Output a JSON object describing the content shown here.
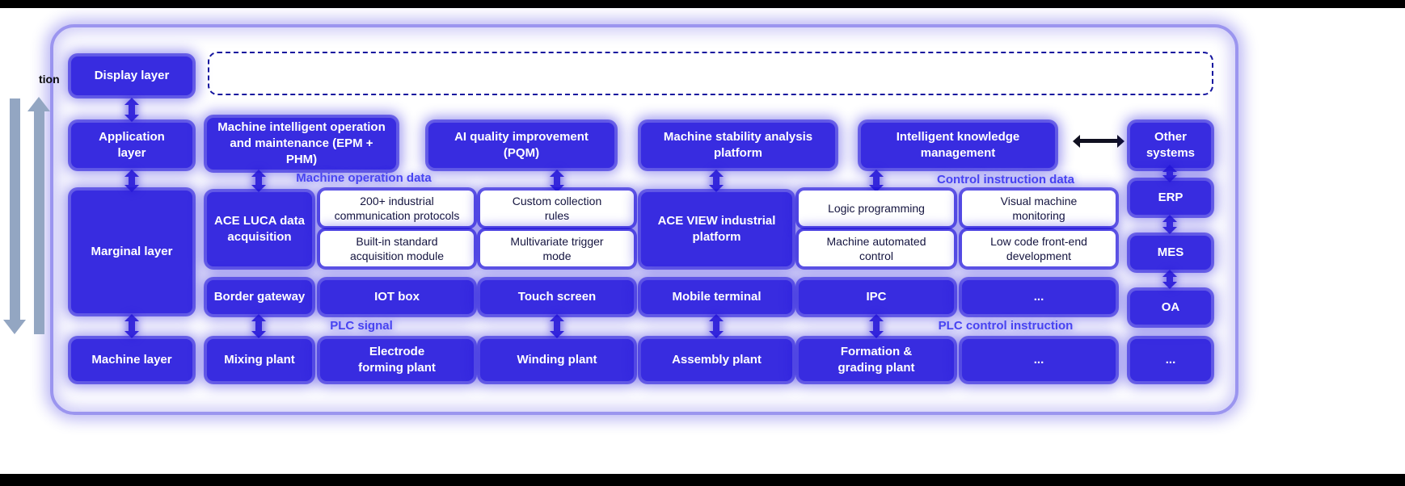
{
  "diagram": {
    "partial_text": "tion",
    "layers": {
      "display": "Display layer",
      "application": "Application layer",
      "marginal": "Marginal layer",
      "machine": "Machine layer"
    },
    "application_row": {
      "items": [
        "Machine intelligent operation and maintenance (EPM + PHM)",
        "AI quality improvement (PQM)",
        "Machine stability analysis platform",
        "Intelligent knowledge management"
      ]
    },
    "flow_labels": {
      "machine_operation_data": "Machine operation data",
      "control_instruction_data": "Control instruction data",
      "plc_signal": "PLC signal",
      "plc_control_instruction": "PLC control instruction"
    },
    "marginal_row": {
      "ace_luca": "ACE LUCA data acquisition",
      "luca_features": [
        "200+ industrial communication protocols",
        "Custom collection rules",
        "Built-in standard acquisition module",
        "Multivariate trigger mode"
      ],
      "ace_view": "ACE VIEW industrial platform",
      "view_features": [
        "Logic programming",
        "Visual machine monitoring",
        "Machine automated control",
        "Low code front-end development"
      ]
    },
    "device_row": [
      "Border gateway",
      "IOT box",
      "Touch screen",
      "Mobile terminal",
      "IPC",
      "..."
    ],
    "machine_row": [
      "Mixing plant",
      "Electrode forming plant",
      "Winding plant",
      "Assembly plant",
      "Formation & grading plant",
      "...",
      "..."
    ],
    "other_systems": {
      "header": "Other systems",
      "items": [
        "ERP",
        "MES",
        "OA",
        "..."
      ]
    },
    "colors": {
      "node_blue": "#382ce0",
      "glow_blue": "#1e11db",
      "flow_text_blue": "#4a46f2",
      "dashed_border": "#14149e",
      "side_arrow_gray": "#93a6c2",
      "panel_white": "#ffffff",
      "background_black": "#000000"
    }
  }
}
